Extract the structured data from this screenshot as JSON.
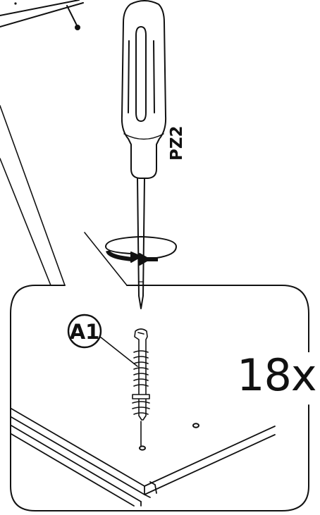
{
  "diagram": {
    "tool_bit": "PZ2",
    "part_id": "A1",
    "quantity": "18x"
  },
  "icons": {
    "tool": "screwdriver-icon",
    "rotation": "clockwise-rotation-arrow-icon",
    "fastener": "cam-dowel-screw-icon"
  },
  "colors": {
    "line": "#111111",
    "background": "#ffffff"
  }
}
